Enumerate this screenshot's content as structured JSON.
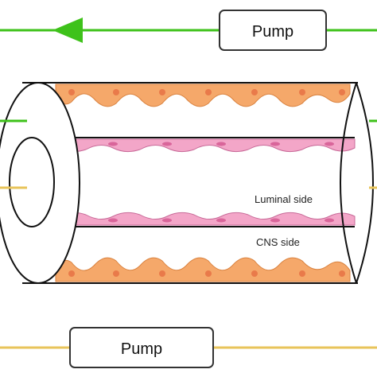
{
  "labels": {
    "pump_top": "Pump",
    "pump_bottom": "Pump",
    "luminal_side": "Luminal side",
    "cns_side": "CNS side"
  },
  "colors": {
    "luminal_flow": "#3ec21a",
    "cns_flow": "#e8c45a",
    "astrocyte_layer": "#f5a86a",
    "astrocyte_nucleus": "#e97a4a",
    "endothelial_layer": "#f3a6c8",
    "endothelial_nucleus": "#d9659a",
    "outline": "#111111"
  }
}
